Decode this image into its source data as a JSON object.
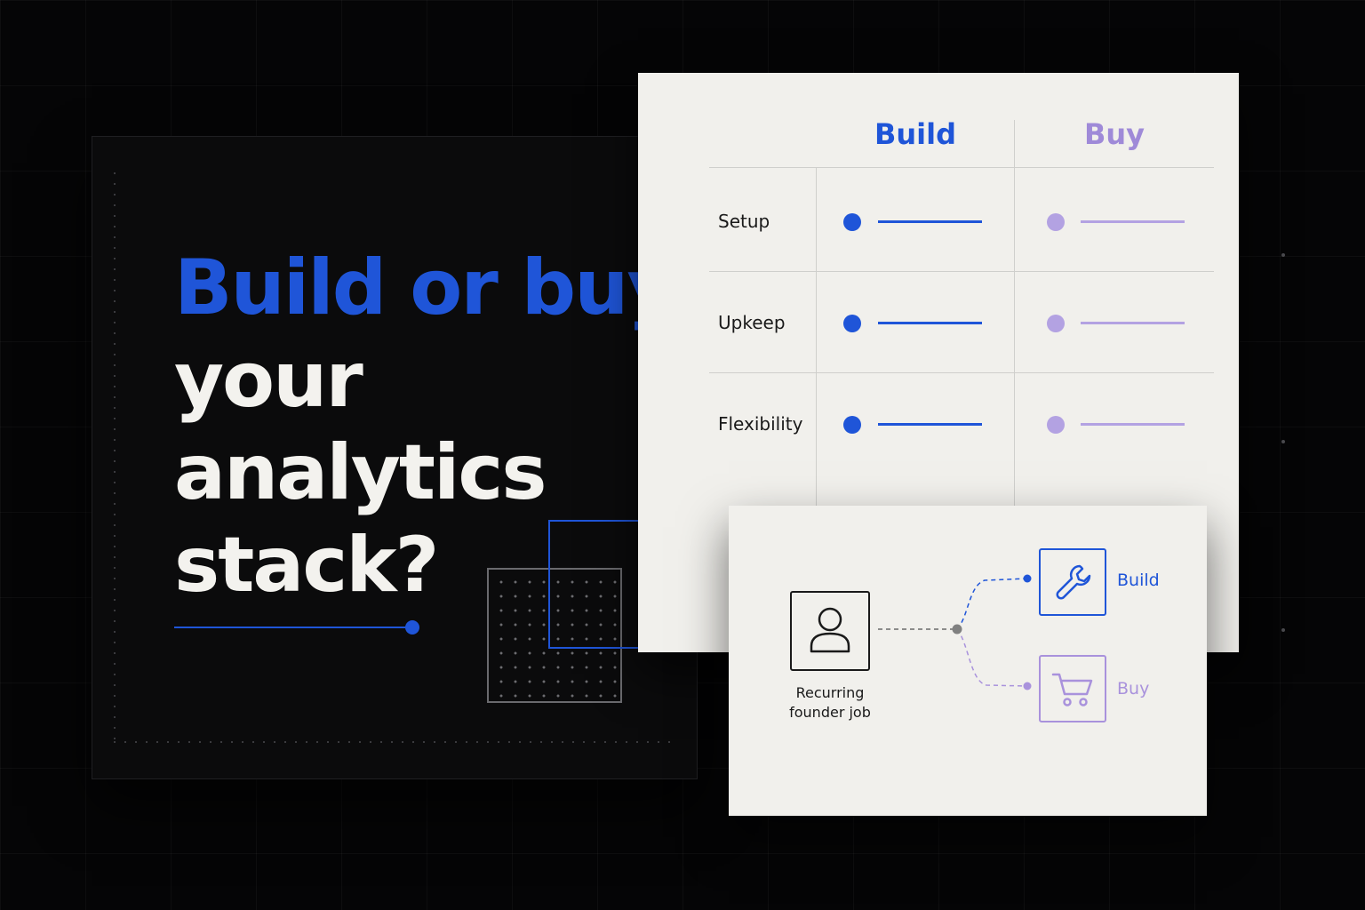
{
  "cover": {
    "headline_accent": "Build or buy",
    "headline_line2": "your",
    "headline_line3": "analytics",
    "headline_line4": "stack?"
  },
  "comparison": {
    "columns": [
      "Build",
      "Buy"
    ],
    "rows": [
      "Setup",
      "Upkeep",
      "Flexibility"
    ]
  },
  "decision": {
    "source_label_line1": "Recurring",
    "source_label_line2": "founder job",
    "options": [
      "Build",
      "Buy"
    ],
    "option_icons": [
      "wrench-icon",
      "cart-icon"
    ],
    "source_icon": "person-icon"
  },
  "colors": {
    "background": "#050506",
    "accent_blue": "#1f55d8",
    "accent_lavender": "#a992dc",
    "paper": "#f1f0ec",
    "ink": "#1a1a1a"
  }
}
